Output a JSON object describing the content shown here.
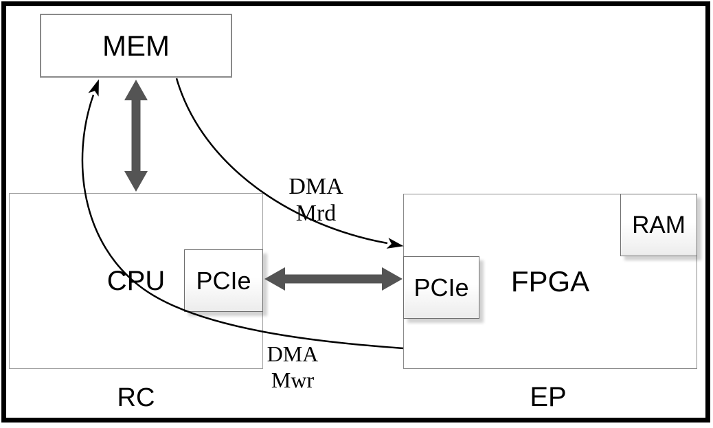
{
  "diagram": {
    "nodes": {
      "mem": {
        "label": "MEM"
      },
      "cpu": {
        "label": "CPU"
      },
      "cpu_pcie": {
        "label": "PCIe"
      },
      "fpga": {
        "label": "FPGA"
      },
      "fpga_pcie": {
        "label": "PCIe"
      },
      "ram": {
        "label": "RAM"
      }
    },
    "zones": {
      "rc": {
        "label": "RC"
      },
      "ep": {
        "label": "EP"
      }
    },
    "edges": {
      "mem_cpu_bus": {
        "style": "thick double-headed arrow"
      },
      "pcie_link": {
        "style": "thick double-headed arrow"
      },
      "dma_mrd": {
        "label_line1": "DMA",
        "label_line2": "Mrd"
      },
      "dma_mwr": {
        "label_line1": "DMA",
        "label_line2": "Mwr"
      }
    },
    "colors": {
      "thick_arrow": "#545454",
      "thin_arrow": "#000000",
      "frame_border": "#000000",
      "box_border": "#8a8a8a"
    }
  }
}
